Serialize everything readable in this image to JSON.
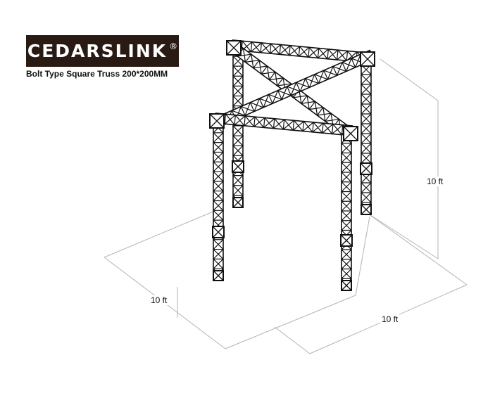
{
  "brand": {
    "name": "CEDARSLINK",
    "registered_mark": "®"
  },
  "subtitle": "Bolt Type Square Truss 200*200MM",
  "dimensions": {
    "height": "10 ft",
    "depth": "10 ft",
    "width": "10 ft"
  },
  "colors": {
    "logo_background": "#2a1a14",
    "truss": "#111111",
    "dimension_lines": "#b0b0b0"
  }
}
